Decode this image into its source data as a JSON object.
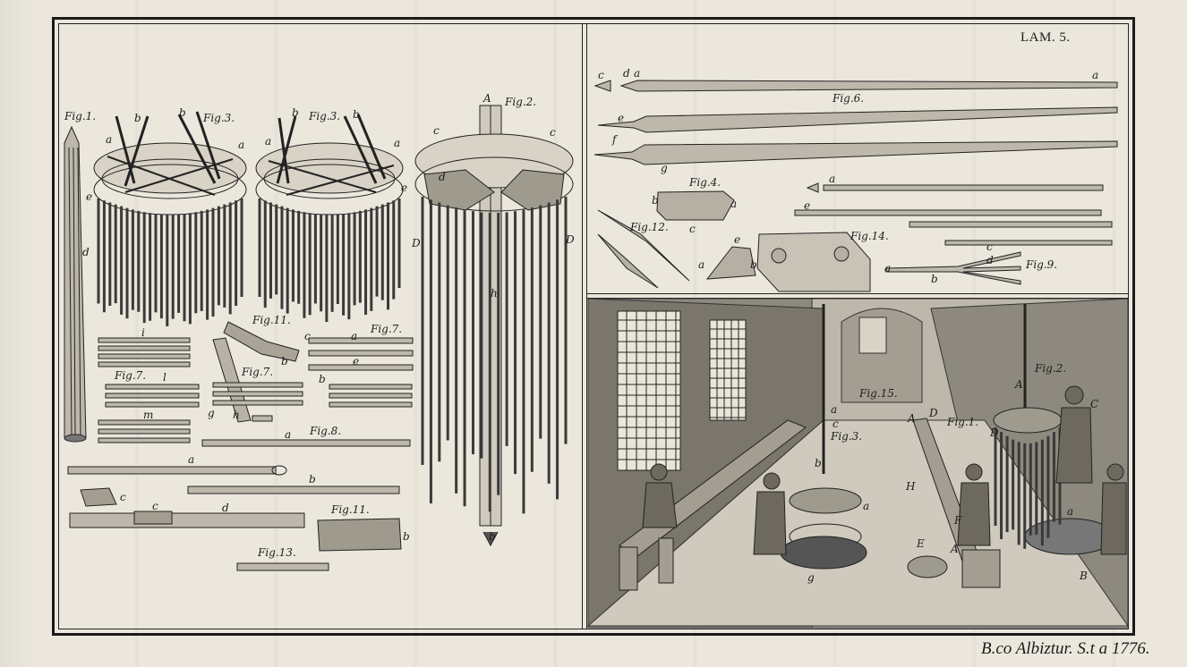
{
  "plate": {
    "number_label": "LAM. 5.",
    "engraver_credit": "B.co Albiztur. S.t a 1776."
  },
  "figures": {
    "fig1_left": "Fig.1.",
    "fig2_left": "Fig.2.",
    "fig3_a": "Fig.3.",
    "fig3_b": "Fig.3.",
    "fig4": "Fig.4.",
    "fig6": "Fig.6.",
    "fig7_a": "Fig.7.",
    "fig7_b": "Fig.7.",
    "fig7_c": "Fig.7.",
    "fig8": "Fig.8.",
    "fig9": "Fig.9.",
    "fig11_a": "Fig.11.",
    "fig11_b": "Fig.11.",
    "fig12": "Fig.12.",
    "fig13": "Fig.13.",
    "fig14": "Fig.14.",
    "fig1_scene": "Fig.1.",
    "fig2_scene": "Fig.2.",
    "fig3_scene": "Fig.3.",
    "fig15_scene": "Fig.15."
  },
  "letters": {
    "a": "a",
    "b": "b",
    "c": "c",
    "d": "d",
    "e": "e",
    "f": "f",
    "g": "g",
    "h": "h",
    "i": "i",
    "l": "l",
    "m": "m",
    "A": "A",
    "B": "B",
    "C": "C",
    "D": "D",
    "E": "E",
    "F": "F",
    "H": "H"
  }
}
